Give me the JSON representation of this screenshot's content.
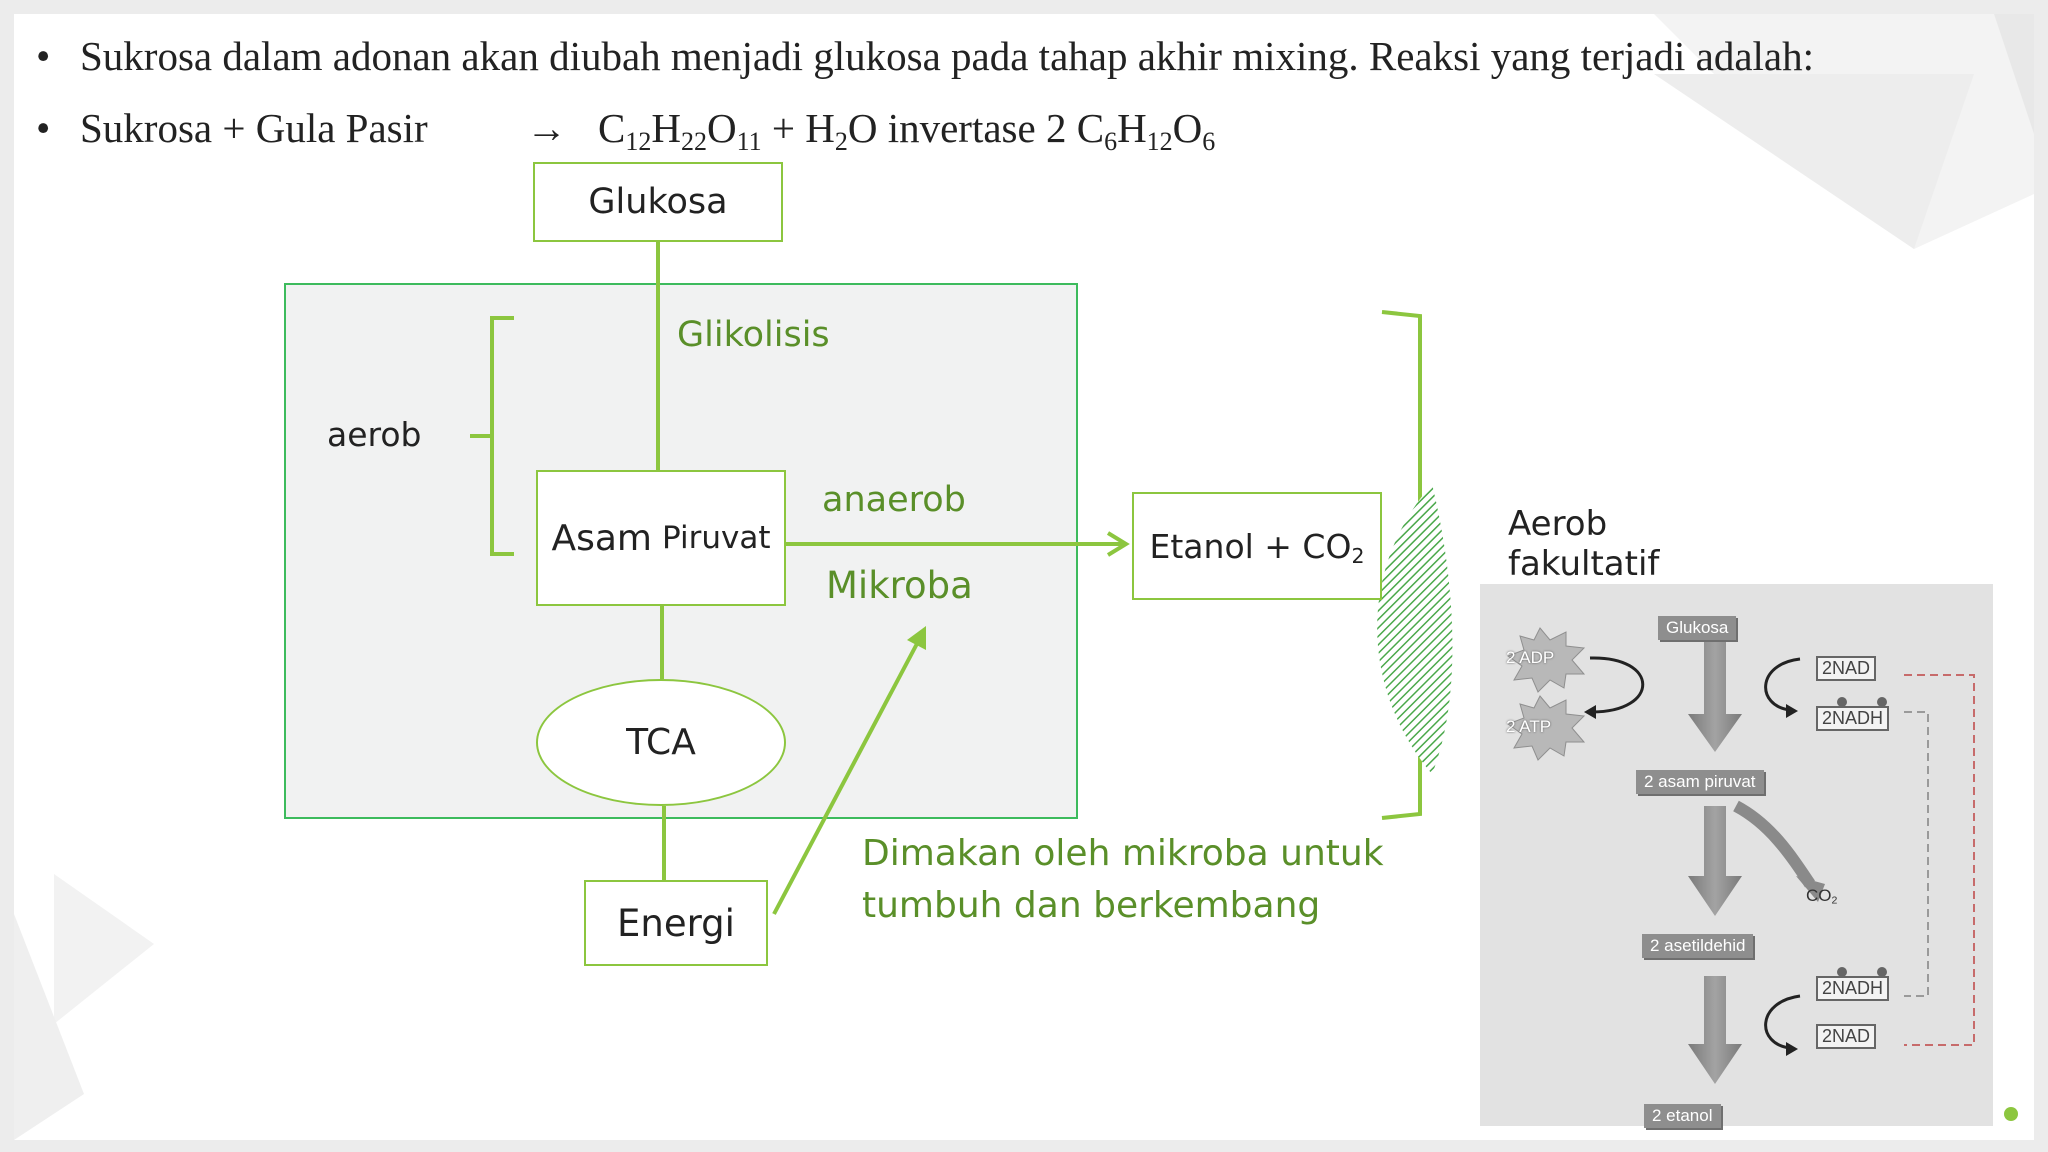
{
  "bullets": [
    {
      "text": "Sukrosa dalam adonan akan diubah menjadi glukosa pada tahap akhir mixing. Reaksi yang terjadi adalah:"
    },
    {
      "left": "Sukrosa + Gula Pasir",
      "arrow": "→",
      "c": "C",
      "c_sub": "12",
      "h": "H",
      "h_sub": "22",
      "o": "O",
      "o_sub": "11",
      "plus_h2o": "+ H",
      "h2o_sub": "2",
      "o_water": "O invertase 2 C",
      "c6_sub": "6",
      "h2": "H",
      "h12_sub": "12",
      "o2": "O",
      "o6_sub": "6"
    }
  ],
  "diagram": {
    "glukosa": "Glukosa",
    "glikolisis": "Glikolisis",
    "aerob": "aerob",
    "asam": "Asam",
    "piruvat": "Piruvat",
    "anaerob": "anaerob",
    "mikroba": "Mikroba",
    "etanol": "Etanol + CO",
    "etanol_sub": "2",
    "tca": "TCA",
    "energi": "Energi",
    "dimakan_1": "Dimakan oleh mikroba untuk",
    "dimakan_2": "tumbuh dan berkembang",
    "aerob_fak_1": "Aerob",
    "aerob_fak_2": "fakultatif"
  },
  "inset": {
    "glukosa": "Glukosa",
    "adp": "2 ADP",
    "atp": "2 ATP",
    "nad_top": "2NAD",
    "nadh_top": "2NADH",
    "asam_piruvat": "2 asam piruvat",
    "co2": "CO",
    "co2_sub": "2",
    "asetildehid": "2 asetildehid",
    "nadh_bottom": "2NADH",
    "nad_bottom": "2NAD",
    "etanol": "2 etanol"
  },
  "colors": {
    "green": "#8cc63f",
    "text_green": "#5a8f29",
    "panel": "#f1f2f2"
  }
}
